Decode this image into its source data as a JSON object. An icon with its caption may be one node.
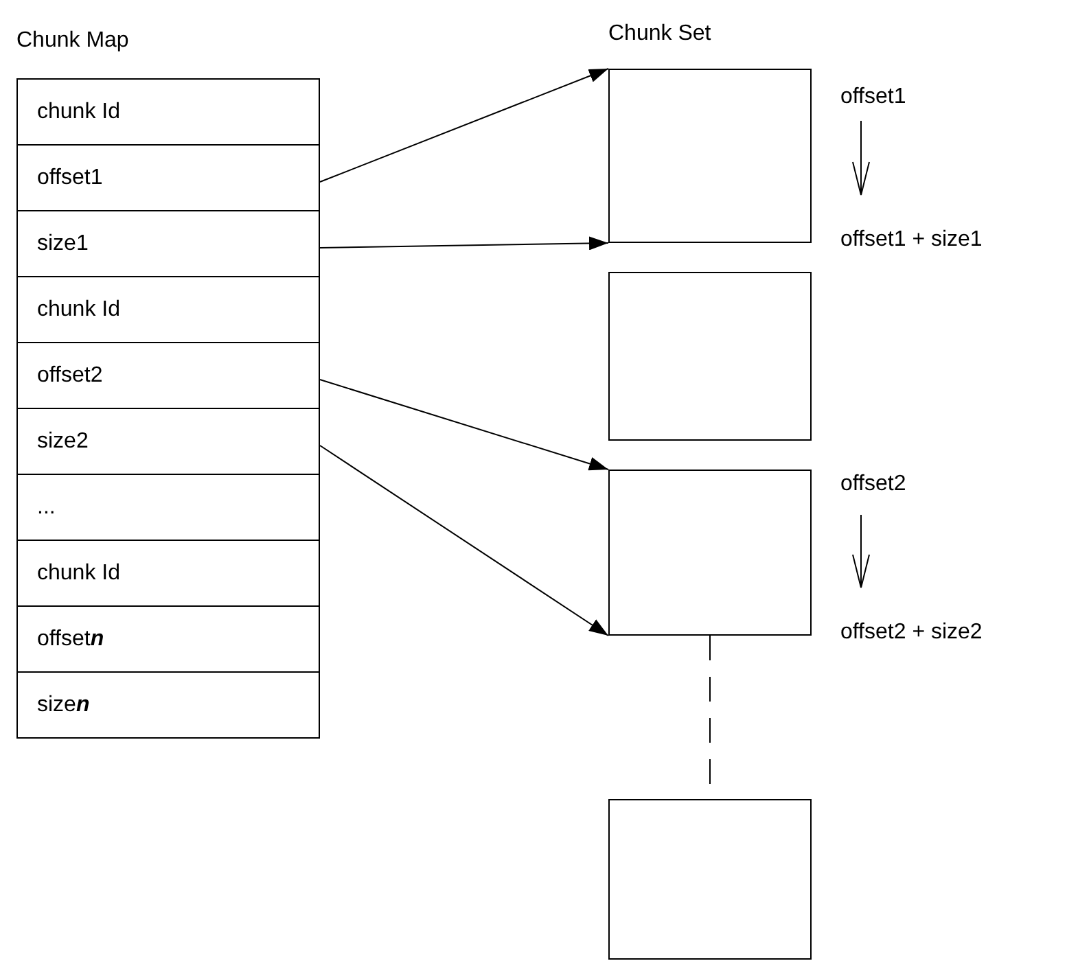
{
  "diagram": {
    "nodes": [
      {
        "text": [
          "Chunk Map"
        ]
      },
      {
        "text": [
          "chunk Id"
        ],
        "in": 0
      },
      {
        "text": [
          "offset1"
        ],
        "in": 0
      },
      {
        "text": [
          "size1"
        ],
        "in": 0
      },
      {
        "text": [
          "chunk Id"
        ],
        "in": 0
      },
      {
        "text": [
          "offset2"
        ],
        "in": 0
      },
      {
        "text": [
          "size2"
        ],
        "in": 0
      },
      {
        "text": [
          "..."
        ],
        "in": 0
      },
      {
        "text": [
          "chunk Id"
        ],
        "in": 0
      },
      {
        "text": [
          "offset**n**"
        ],
        "in": 0
      },
      {
        "text": [
          "size**n**"
        ],
        "in": 0
      },
      {
        "text": [],
        "shape": "box"
      },
      {
        "text": [],
        "shape": "box"
      },
      {
        "text": [],
        "shape": "box"
      },
      {
        "text": [],
        "shape": "box"
      }
    ],
    "edges": [
      {
        "from": 2,
        "to": 11,
        "arrow": "to"
      },
      {
        "from": 3,
        "to": 11,
        "arrow": "to"
      },
      {
        "from": 5,
        "to": 13,
        "arrow": "to"
      },
      {
        "from": 6,
        "to": 13,
        "arrow": "to"
      },
      {
        "from": 13,
        "to": 14,
        "arrow": "none",
        "style": "dashed"
      }
    ],
    "labels": [
      "Chunk Set",
      "offset1",
      "offset1 + size1",
      "offset2",
      "offset2 + size2"
    ]
  }
}
